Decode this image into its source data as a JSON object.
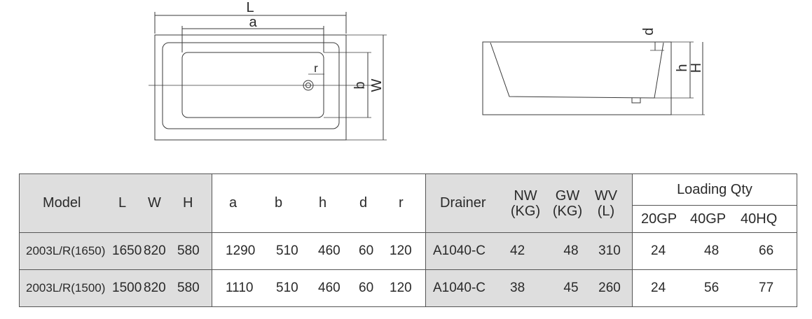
{
  "drawing": {
    "top_view_labels": {
      "L": "L",
      "a": "a",
      "r": "r",
      "b": "b",
      "W": "W"
    },
    "side_view_labels": {
      "d": "d",
      "h": "h",
      "H": "H"
    }
  },
  "table": {
    "headers": {
      "model": "Model",
      "L": "L",
      "W": "W",
      "H": "H",
      "a": "a",
      "b": "b",
      "h": "h",
      "d": "d",
      "r": "r",
      "drainer": "Drainer",
      "nw": "NW",
      "nw_unit": "(KG)",
      "gw": "GW",
      "gw_unit": "(KG)",
      "wv": "WV",
      "wv_unit": "(L)",
      "loading_qty": "Loading Qty",
      "gp20": "20GP",
      "gp40": "40GP",
      "hq40": "40HQ"
    },
    "rows": [
      {
        "model": "2003L/R(1650)",
        "L": "1650",
        "W": "820",
        "H": "580",
        "a": "1290",
        "b": "510",
        "h": "460",
        "d": "60",
        "r": "120",
        "drainer": "A1040-C",
        "nw": "42",
        "gw": "48",
        "wv": "310",
        "gp20": "24",
        "gp40": "48",
        "hq40": "66"
      },
      {
        "model": "2003L/R(1500)",
        "L": "1500",
        "W": "820",
        "H": "580",
        "a": "1110",
        "b": "510",
        "h": "460",
        "d": "60",
        "r": "120",
        "drainer": "A1040-C",
        "nw": "38",
        "gw": "45",
        "wv": "260",
        "gp20": "24",
        "gp40": "56",
        "hq40": "77"
      }
    ]
  }
}
